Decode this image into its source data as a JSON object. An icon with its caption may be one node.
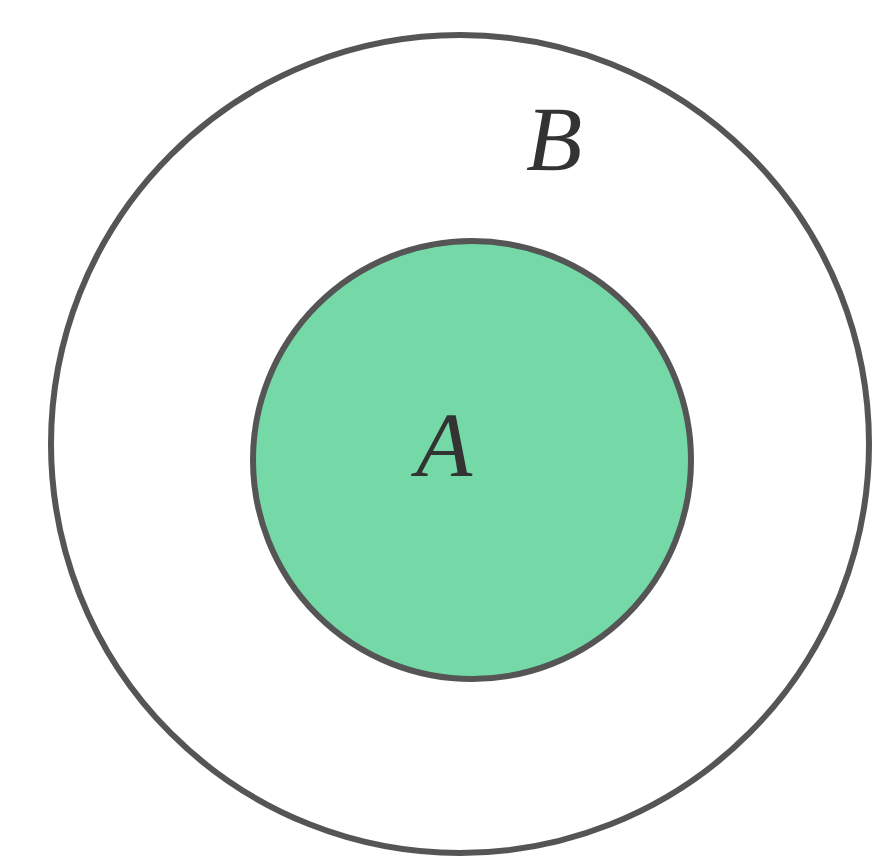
{
  "diagram": {
    "nodes": [
      {
        "text": [
          "B"
        ]
      },
      {
        "text": [
          "A"
        ],
        "in": 0
      }
    ]
  }
}
